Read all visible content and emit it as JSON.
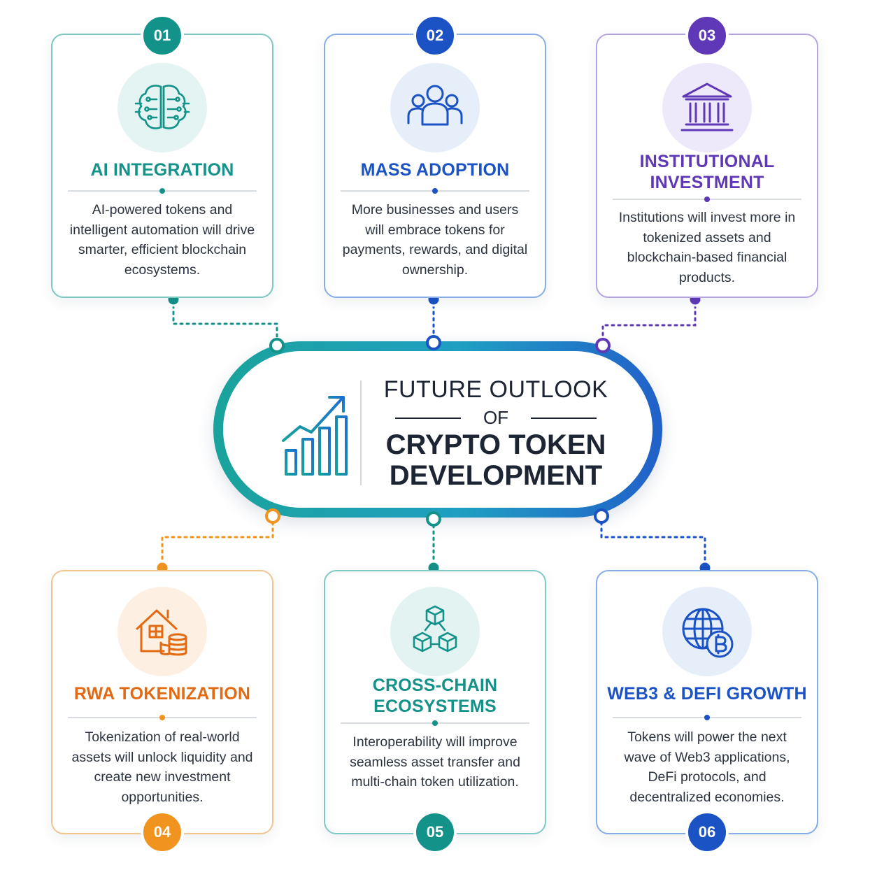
{
  "center": {
    "line1": "FUTURE OUTLOOK",
    "line2": "OF",
    "line3": "CRYPTO TOKEN",
    "line4": "DEVELOPMENT"
  },
  "cards": [
    {
      "number": "01",
      "title": "AI INTEGRATION",
      "description": "AI-powered tokens and intelligent automation will drive smarter, efficient blockchain ecosystems.",
      "icon": "ai-brain-icon",
      "color": "#13928a"
    },
    {
      "number": "02",
      "title": "MASS ADOPTION",
      "description": "More businesses and users will embrace tokens for payments, rewards, and digital ownership.",
      "icon": "users-group-icon",
      "color": "#1b52c4"
    },
    {
      "number": "03",
      "title_lines": [
        "INSTITUTIONAL",
        "INVESTMENT"
      ],
      "description": "Institutions will invest more in tokenized assets and blockchain-based financial products.",
      "icon": "bank-building-icon",
      "color": "#5f38b8"
    },
    {
      "number": "04",
      "title": "RWA TOKENIZATION",
      "description": "Tokenization of real-world assets will unlock liquidity and create new investment opportunities.",
      "icon": "house-coins-icon",
      "color": "#e26a12"
    },
    {
      "number": "05",
      "title_lines": [
        "CROSS-CHAIN",
        "ECOSYSTEMS"
      ],
      "description": "Interoperability will improve seamless asset transfer and multi-chain token utilization.",
      "icon": "linked-cubes-icon",
      "color": "#13928a"
    },
    {
      "number": "06",
      "title": "WEB3 & DEFI GROWTH",
      "description": "Tokens will power the next wave of Web3 applications, DeFi protocols, and decentralized economies.",
      "icon": "globe-bitcoin-icon",
      "color": "#1b52c4"
    }
  ],
  "colors": {
    "teal": "#13928a",
    "blue": "#1b52c4",
    "purple": "#5f38b8",
    "orange": "#f0941f",
    "dark_text": "#1d2534"
  }
}
